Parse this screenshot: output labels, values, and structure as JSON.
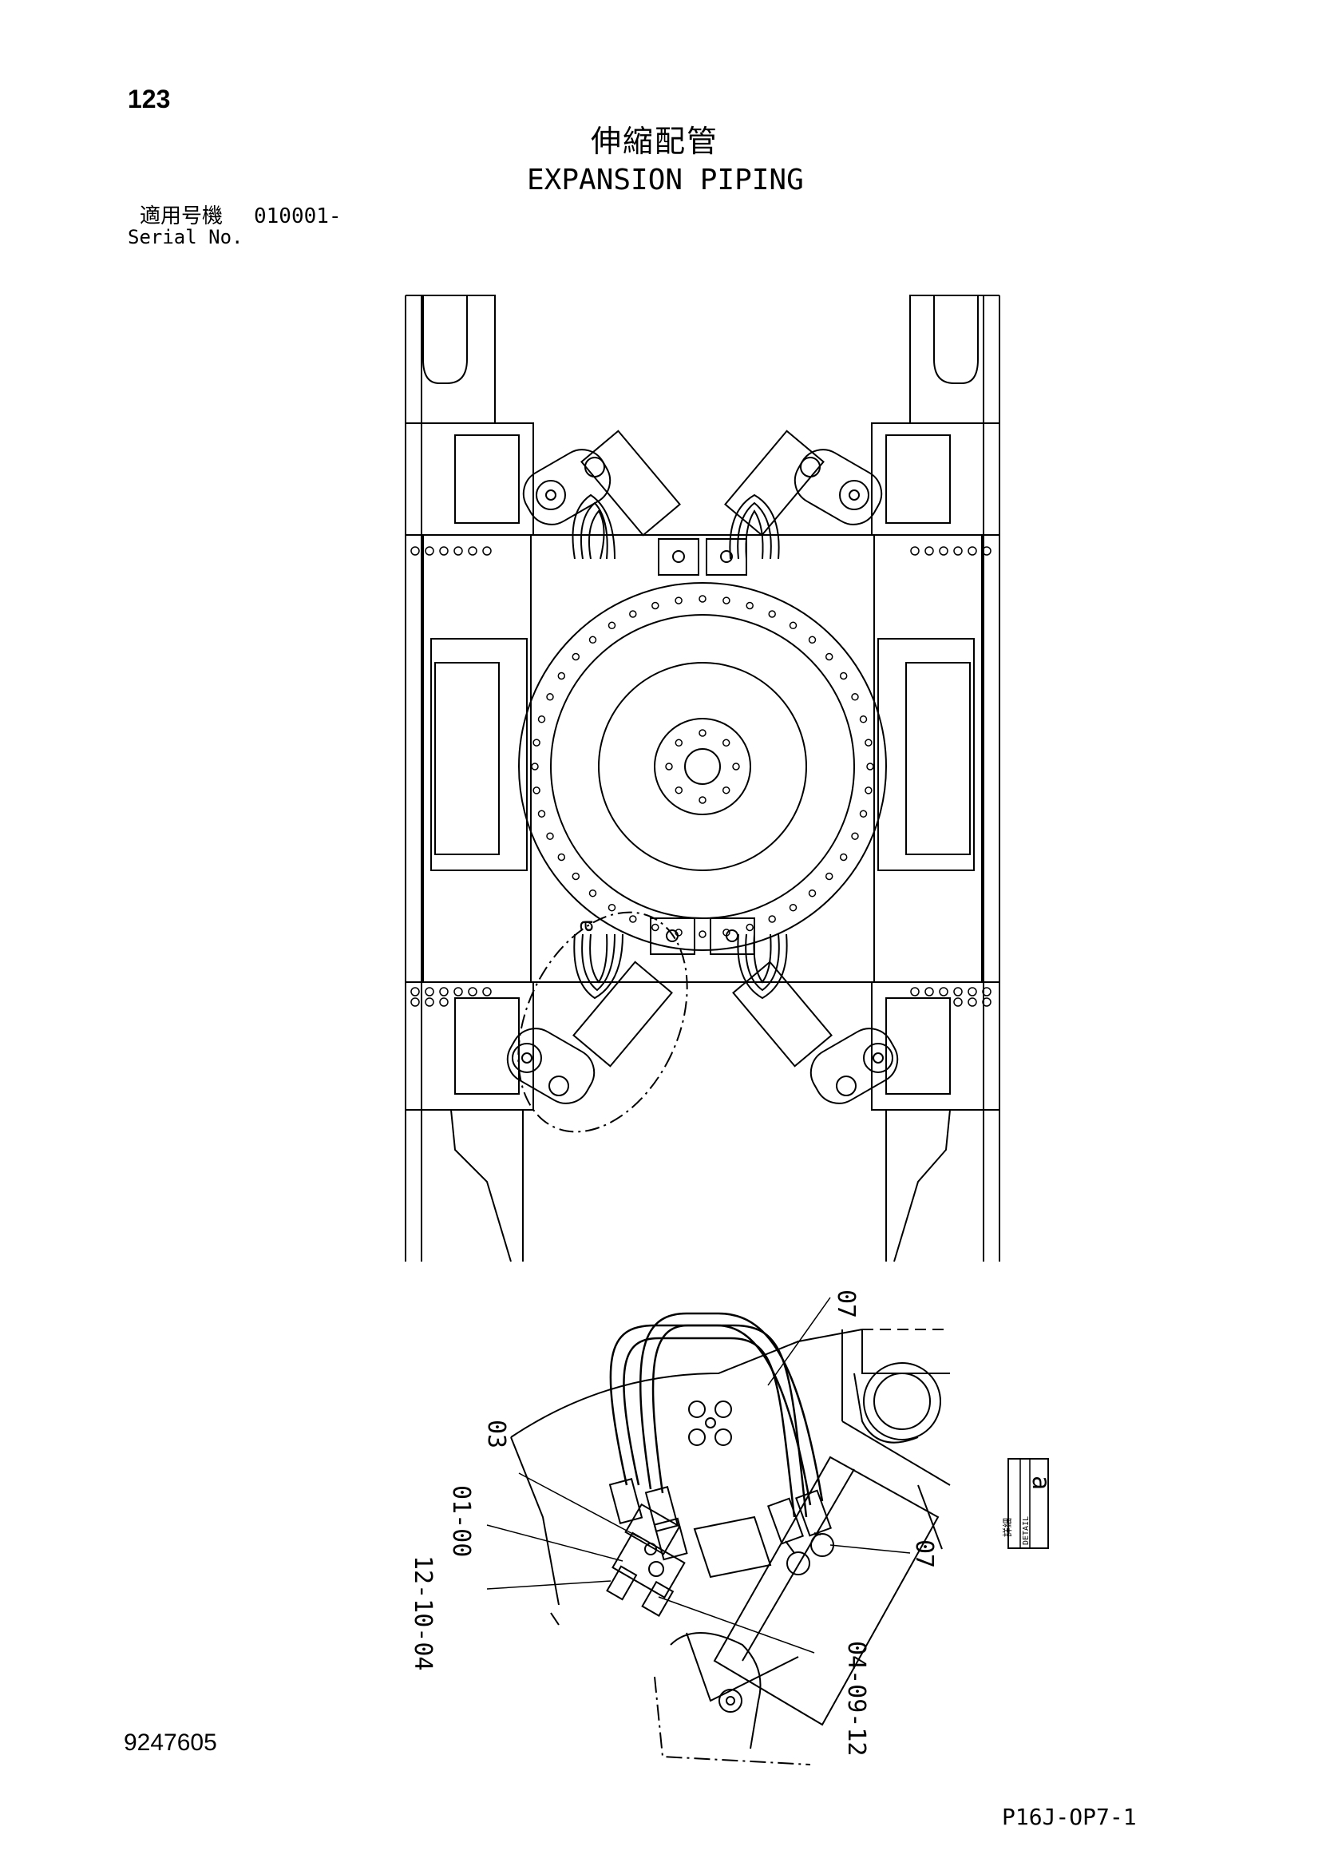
{
  "header": {
    "page_number": "123",
    "title_jp": "伸縮配管",
    "title_en": "EXPANSION PIPING",
    "serial_label_jp": "適用号機",
    "serial_value": "010001-",
    "serial_label_en": "Serial No."
  },
  "main_view": {
    "detail_marker": "a"
  },
  "detail_view": {
    "callouts": {
      "c07_top": "07",
      "c03": "03",
      "c01_00": "01-00",
      "c12_10_04": "12-10-04",
      "c07_right": "07",
      "c04_09_12": "04-09-12"
    },
    "detail_box": {
      "jp_label": "詳細",
      "en_label": "DETAIL",
      "marker": "a"
    }
  },
  "footer": {
    "document_number": "9247605",
    "page_code": "P16J-OP7-1"
  }
}
